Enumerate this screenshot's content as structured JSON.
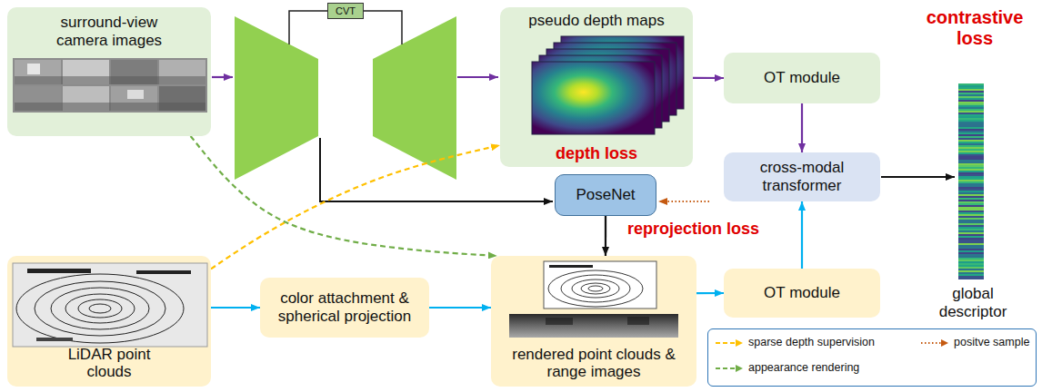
{
  "diagram": {
    "nodes": [
      {
        "text": [
          "surround-view camera images"
        ]
      },
      {
        "text": [
          "CVT"
        ]
      },
      {
        "text": [
          "pseudo depth maps",
          "depth loss"
        ]
      },
      {
        "text": [
          "OT module"
        ]
      },
      {
        "text": [
          "cross-modal transformer"
        ]
      },
      {
        "text": [
          "PoseNet"
        ]
      },
      {
        "text": [
          "LiDAR point clouds"
        ]
      },
      {
        "text": [
          "color attachment & spherical projection"
        ]
      },
      {
        "text": [
          "rendered point clouds & range images"
        ]
      },
      {
        "text": [
          "OT module"
        ]
      }
    ],
    "edges": [
      {
        "from": 2,
        "to": 3,
        "arrow": "to"
      },
      {
        "from": 3,
        "to": 4,
        "arrow": "to"
      },
      {
        "from": 6,
        "to": 7,
        "arrow": "to"
      },
      {
        "from": 7,
        "to": 8,
        "arrow": "to"
      },
      {
        "from": 8,
        "to": 9,
        "arrow": "to"
      },
      {
        "from": 9,
        "to": 4,
        "arrow": "to"
      },
      {
        "from": 5,
        "to": 8,
        "arrow": "to"
      },
      {
        "from": 6,
        "to": 2,
        "arrow": "to"
      },
      {
        "from": 0,
        "to": 8,
        "arrow": "to"
      }
    ],
    "labels": [
      "contrastive loss",
      "reprojection loss",
      "global descriptor"
    ],
    "legend": [
      {
        "text": "sparse depth supervision"
      },
      {
        "text": "positve sample"
      },
      {
        "text": "appearance rendering"
      }
    ]
  }
}
